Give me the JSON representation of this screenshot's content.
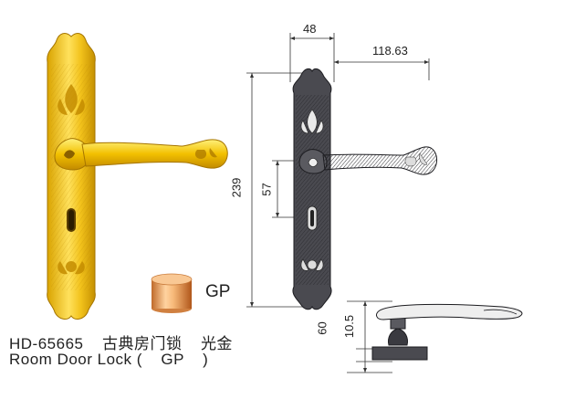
{
  "product": {
    "model": "HD-65665",
    "name_cn": "古典房门锁",
    "finish_cn": "光金",
    "name_en": "Room Door Lock (",
    "finish_code": "GP",
    "close_paren": ")"
  },
  "swatch": {
    "label": "GP",
    "color": "#e8a25a"
  },
  "dimensions": {
    "top_left": "48",
    "top_right": "118.63",
    "height": "239",
    "center": "57",
    "side_total": "60",
    "side_small": "10.5"
  },
  "colors": {
    "gold": "#e9b400",
    "gold_light": "#ffe45a",
    "gold_dark": "#b07d00",
    "bronze": "#3c3c40"
  }
}
